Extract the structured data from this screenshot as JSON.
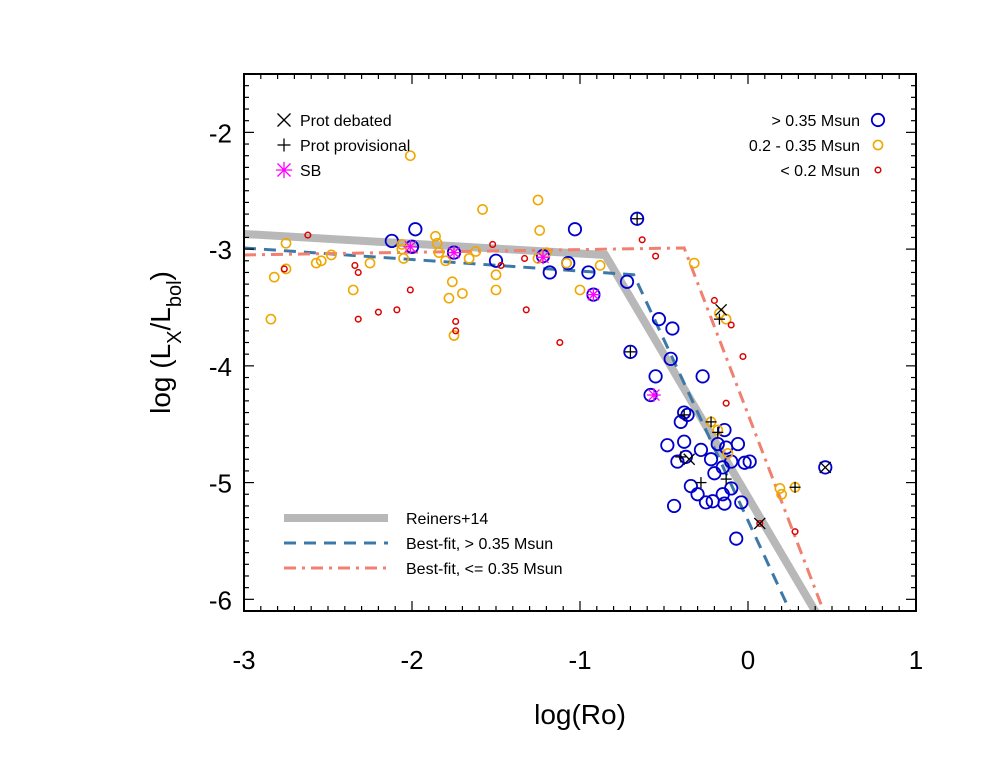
{
  "chart_data": {
    "type": "scatter",
    "xlabel": "log(Ro)",
    "ylabel": {
      "prefix": "log (L",
      "sub1": "X",
      "mid": "/L",
      "sub2": "bol",
      "suffix": ")"
    },
    "xlim": [
      -3,
      1
    ],
    "ylim": [
      -6.1,
      -1.5
    ],
    "xticks": [
      -3,
      -2,
      -1,
      0,
      1
    ],
    "yticks": [
      -6,
      -5,
      -4,
      -3,
      -2
    ],
    "xtick_labels": [
      "-3",
      "-2",
      "-1",
      "0",
      "1"
    ],
    "ytick_labels": [
      "-6",
      "-5",
      "-4",
      "-3",
      "-2"
    ],
    "grid": false,
    "legend_markers": {
      "position": "top-left",
      "entries": [
        {
          "label": "Prot debated",
          "symbol": "x"
        },
        {
          "label": "Prot provisional",
          "symbol": "plus"
        },
        {
          "label": "SB",
          "symbol": "asterisk",
          "color": "#ff00ff"
        }
      ]
    },
    "legend_masses": {
      "position": "top-right",
      "entries": [
        {
          "label": "> 0.35 Msun",
          "color": "#0000cc",
          "size": "large"
        },
        {
          "label": "0.2 - 0.35 Msun",
          "color": "#f0a800",
          "size": "medium"
        },
        {
          "label": "< 0.2 Msun",
          "color": "#dd0000",
          "size": "small"
        }
      ]
    },
    "legend_lines": {
      "position": "bottom-left",
      "entries": [
        {
          "label": "Reiners+14",
          "style": "solid",
          "color": "#b8b8b8"
        },
        {
          "label": "Best-fit, > 0.35 Msun",
          "style": "dashed",
          "color": "#3c78a8"
        },
        {
          "label": "Best-fit, <= 0.35 Msun",
          "style": "dashdot",
          "color": "#f08070"
        }
      ]
    },
    "lines": [
      {
        "name": "Reiners+14",
        "style": "solid",
        "color": "#b8b8b8",
        "points": [
          [
            -3,
            -2.87
          ],
          [
            -0.85,
            -3.05
          ],
          [
            0.42,
            -6.15
          ]
        ]
      },
      {
        "name": "Best-fit, > 0.35 Msun",
        "style": "dashed",
        "color": "#3c78a8",
        "points": [
          [
            -3,
            -2.99
          ],
          [
            -0.68,
            -3.22
          ],
          [
            0.25,
            -6.1
          ]
        ]
      },
      {
        "name": "Best-fit, <= 0.35 Msun",
        "style": "dashdot",
        "color": "#f08070",
        "points": [
          [
            -3,
            -3.05
          ],
          [
            -0.38,
            -2.99
          ],
          [
            0.45,
            -6.1
          ]
        ]
      }
    ],
    "series": [
      {
        "name": "> 0.35 Msun",
        "color": "#0000cc",
        "size": "large",
        "points": [
          [
            -2.12,
            -2.93
          ],
          [
            -2.0,
            -2.98
          ],
          [
            -1.98,
            -2.83
          ],
          [
            -1.75,
            -3.03
          ],
          [
            -1.5,
            -3.1
          ],
          [
            -1.03,
            -2.83
          ],
          [
            -1.07,
            -3.12
          ],
          [
            -0.95,
            -3.2
          ],
          [
            -1.22,
            -3.06
          ],
          [
            -1.18,
            -3.2
          ],
          [
            -0.92,
            -3.39
          ],
          [
            -0.72,
            -3.28
          ],
          [
            -0.66,
            -2.74
          ],
          [
            -0.7,
            -3.88
          ],
          [
            -0.53,
            -3.6
          ],
          [
            -0.45,
            -3.68
          ],
          [
            -0.46,
            -3.94
          ],
          [
            -0.55,
            -4.09
          ],
          [
            -0.27,
            -4.09
          ],
          [
            -0.58,
            -4.25
          ],
          [
            -0.38,
            -4.4
          ],
          [
            -0.36,
            -4.42
          ],
          [
            -0.4,
            -4.48
          ],
          [
            -0.38,
            -4.65
          ],
          [
            -0.48,
            -4.68
          ],
          [
            -0.37,
            -4.78
          ],
          [
            -0.42,
            -4.82
          ],
          [
            -0.28,
            -4.72
          ],
          [
            -0.22,
            -4.8
          ],
          [
            -0.18,
            -4.67
          ],
          [
            -0.14,
            -4.55
          ],
          [
            -0.13,
            -4.7
          ],
          [
            -0.06,
            -4.67
          ],
          [
            -0.1,
            -4.82
          ],
          [
            -0.02,
            -4.83
          ],
          [
            -0.15,
            -4.87
          ],
          [
            -0.2,
            -4.92
          ],
          [
            -0.34,
            -5.03
          ],
          [
            -0.3,
            -5.1
          ],
          [
            -0.25,
            -5.17
          ],
          [
            -0.21,
            -5.16
          ],
          [
            -0.15,
            -5.1
          ],
          [
            -0.1,
            -5.05
          ],
          [
            -0.04,
            -5.17
          ],
          [
            -0.14,
            -5.18
          ],
          [
            -0.44,
            -5.2
          ],
          [
            -0.07,
            -5.48
          ],
          [
            0.46,
            -4.87
          ],
          [
            0.01,
            -4.82
          ]
        ]
      },
      {
        "name": "0.2 - 0.35 Msun",
        "color": "#f0a800",
        "size": "medium",
        "points": [
          [
            -2.82,
            -3.24
          ],
          [
            -2.84,
            -3.6
          ],
          [
            -2.75,
            -2.95
          ],
          [
            -2.75,
            -3.17
          ],
          [
            -2.57,
            -3.12
          ],
          [
            -2.54,
            -3.1
          ],
          [
            -2.48,
            -3.05
          ],
          [
            -2.35,
            -3.35
          ],
          [
            -2.25,
            -3.12
          ],
          [
            -2.06,
            -3.0
          ],
          [
            -2.06,
            -2.96
          ],
          [
            -2.05,
            -3.08
          ],
          [
            -2.01,
            -2.2
          ],
          [
            -1.85,
            -2.95
          ],
          [
            -1.84,
            -3.03
          ],
          [
            -1.86,
            -2.89
          ],
          [
            -1.8,
            -3.1
          ],
          [
            -1.76,
            -3.28
          ],
          [
            -1.78,
            -3.42
          ],
          [
            -1.75,
            -3.74
          ],
          [
            -1.7,
            -3.38
          ],
          [
            -1.66,
            -3.08
          ],
          [
            -1.62,
            -3.02
          ],
          [
            -1.58,
            -2.66
          ],
          [
            -1.5,
            -3.22
          ],
          [
            -1.5,
            -3.35
          ],
          [
            -1.25,
            -3.08
          ],
          [
            -1.24,
            -2.84
          ],
          [
            -1.25,
            -2.58
          ],
          [
            -1.2,
            -3.03
          ],
          [
            -1.08,
            -3.12
          ],
          [
            -1.0,
            -3.35
          ],
          [
            -0.88,
            -3.14
          ],
          [
            -0.22,
            -4.48
          ],
          [
            -0.17,
            -3.55
          ],
          [
            -0.13,
            -3.6
          ],
          [
            0.19,
            -5.05
          ],
          [
            0.2,
            -5.1
          ],
          [
            0.28,
            -5.04
          ],
          [
            -0.32,
            -3.12
          ],
          [
            -0.18,
            -4.55
          ],
          [
            -0.12,
            -4.75
          ]
        ]
      },
      {
        "name": "< 0.2 Msun",
        "color": "#dd0000",
        "size": "small",
        "points": [
          [
            -2.76,
            -3.17
          ],
          [
            -2.62,
            -2.88
          ],
          [
            -2.34,
            -3.14
          ],
          [
            -2.32,
            -3.2
          ],
          [
            -2.32,
            -3.6
          ],
          [
            -2.2,
            -3.54
          ],
          [
            -2.09,
            -3.52
          ],
          [
            -2.01,
            -3.35
          ],
          [
            -1.74,
            -3.62
          ],
          [
            -1.74,
            -3.7
          ],
          [
            -1.52,
            -2.96
          ],
          [
            -1.47,
            -3.14
          ],
          [
            -1.33,
            -3.08
          ],
          [
            -1.32,
            -3.52
          ],
          [
            -1.12,
            -3.8
          ],
          [
            -0.63,
            -2.92
          ],
          [
            -0.55,
            -3.06
          ],
          [
            -0.2,
            -3.44
          ],
          [
            -0.1,
            -3.65
          ],
          [
            -0.03,
            -3.92
          ],
          [
            -0.13,
            -4.32
          ],
          [
            0.28,
            -5.42
          ],
          [
            0.07,
            -5.35
          ]
        ]
      }
    ],
    "overlays": [
      {
        "symbol": "x",
        "color": "#000000",
        "points": [
          [
            -0.35,
            -4.8
          ],
          [
            -0.16,
            -3.52
          ],
          [
            0.07,
            -5.35
          ],
          [
            0.46,
            -4.87
          ]
        ]
      },
      {
        "symbol": "plus",
        "color": "#000000",
        "points": [
          [
            -0.7,
            -3.88
          ],
          [
            -0.66,
            -2.74
          ],
          [
            -0.38,
            -4.42
          ],
          [
            -0.4,
            -4.78
          ],
          [
            -0.28,
            -5.0
          ],
          [
            -0.22,
            -4.48
          ],
          [
            -0.13,
            -4.97
          ],
          [
            -0.18,
            -4.57
          ],
          [
            0.28,
            -5.04
          ],
          [
            -0.17,
            -3.6
          ]
        ]
      },
      {
        "symbol": "asterisk",
        "color": "#ff00ff",
        "points": [
          [
            -2.01,
            -2.98
          ],
          [
            -1.75,
            -3.03
          ],
          [
            -1.22,
            -3.07
          ],
          [
            -0.92,
            -3.39
          ],
          [
            -0.56,
            -4.25
          ]
        ]
      }
    ]
  }
}
